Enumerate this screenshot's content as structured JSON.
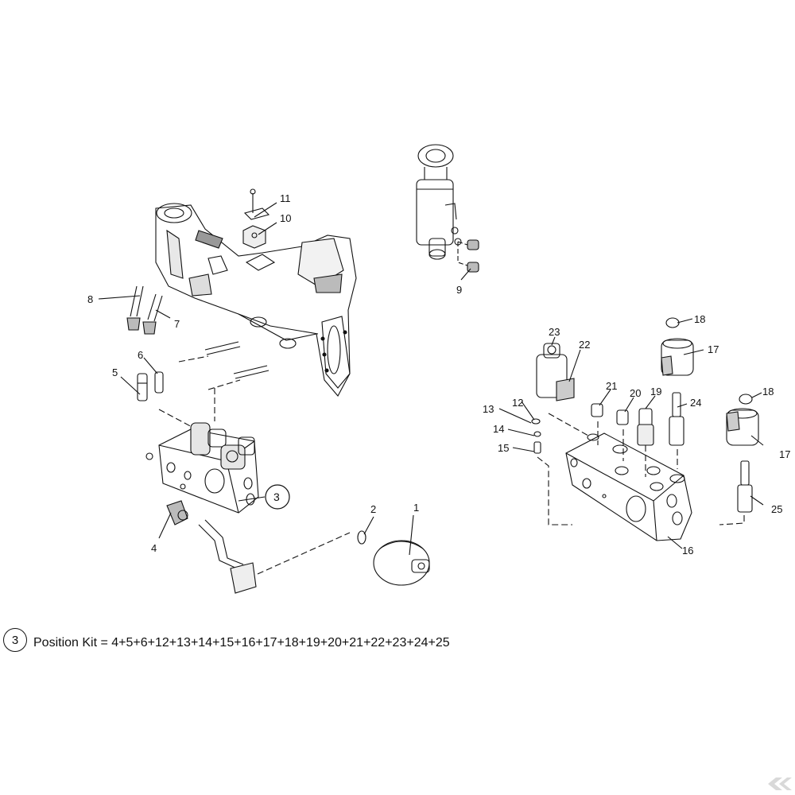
{
  "callouts": [
    "1",
    "2",
    "3",
    "4",
    "5",
    "6",
    "7",
    "8",
    "9",
    "10",
    "11",
    "12",
    "13",
    "14",
    "15",
    "16",
    "17",
    "18",
    "19",
    "20",
    "21",
    "22",
    "23",
    "24",
    "25"
  ],
  "callouts_dup": {
    "seventeen": "17",
    "eighteen": "18"
  },
  "kit": {
    "number": "3",
    "text": "Position Kit = 4+5+6+12+13+14+15+16+17+18+19+20+21+22+23+24+25"
  },
  "colors": {
    "ink": "#111111",
    "shade": "#9a9a9a",
    "logo": "#d9d9d9"
  }
}
